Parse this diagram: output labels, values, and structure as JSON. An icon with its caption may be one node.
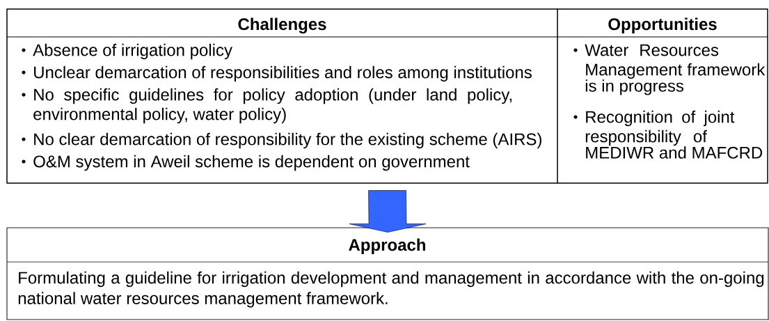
{
  "diagram": {
    "nodes": [
      {
        "text": [],
        "shape": "box"
      },
      {
        "text": [
          "Challenges",
          "Absence of irrigation policy",
          "Unclear demarcation of responsibilities and roles among institutions",
          "No specific guidelines for policy adoption (under land policy, environmental policy, water policy)",
          "No clear demarcation of responsibility for the existing scheme (AIRS)",
          "O&M system in Aweil scheme is dependent on government"
        ],
        "in": 0
      },
      {
        "text": [
          "Opportunities",
          "Water Resources Management framework is in progress",
          "Recognition of joint responsibility of MEDIWR and MAFCRD"
        ],
        "in": 0
      },
      {
        "text": [
          "Approach",
          "Formulating a guideline for irrigation development and management in accordance with the on-going national water resources management framework."
        ]
      }
    ],
    "edges": [
      {
        "from": 0,
        "to": 3,
        "arrow": "to"
      }
    ]
  }
}
